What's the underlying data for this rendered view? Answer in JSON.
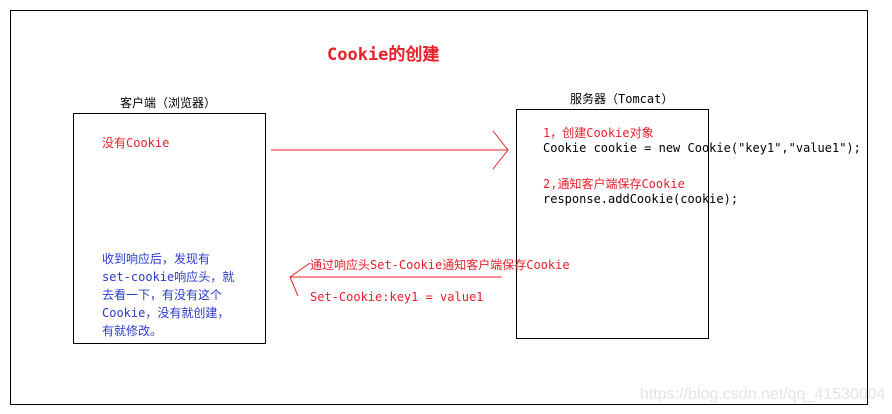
{
  "title": "Cookie的创建",
  "client": {
    "label": "客户端（浏览器）",
    "no_cookie": "没有Cookie",
    "note": [
      "收到响应后，发现有",
      "set-cookie响应头，就",
      "去看一下，有没有这个",
      "Cookie，没有就创建，",
      "有就修改。"
    ]
  },
  "server": {
    "label": "服务器（Tomcat）",
    "step1": "1，创建Cookie对象",
    "code1": "Cookie cookie = new Cookie(\"key1\",\"value1\");",
    "step2": "2,通知客户端保存Cookie",
    "code2": "response.addCookie(cookie);"
  },
  "response": {
    "label": "通过响应头Set-Cookie通知客户端保存Cookie",
    "header": "Set-Cookie:key1 = value1"
  },
  "watermark": "https://blog.csdn.net/qq_41530004",
  "colors": {
    "red": "#e8202a",
    "blue": "#2a3bd0"
  }
}
